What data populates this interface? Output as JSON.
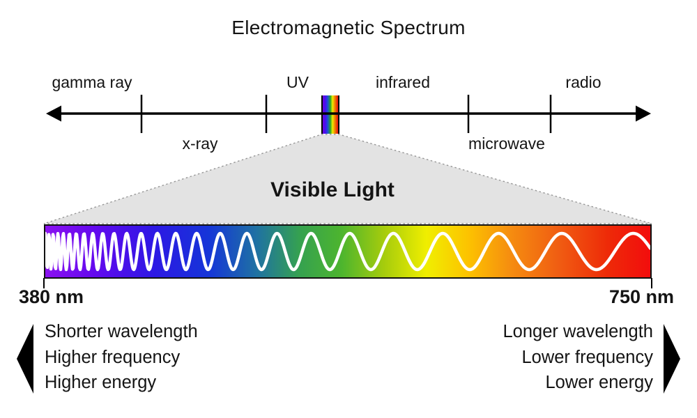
{
  "title": "Electromagnetic Spectrum",
  "axis": {
    "gamma": "gamma ray",
    "xray": "x-ray",
    "uv": "UV",
    "infrared": "infrared",
    "microwave": "microwave",
    "radio": "radio"
  },
  "visible": {
    "label": "Visible Light",
    "min_wavelength": "380 nm",
    "max_wavelength": "750 nm"
  },
  "descriptors": {
    "left": [
      "Shorter wavelength",
      "Higher frequency",
      "Higher energy"
    ],
    "right": [
      "Longer wavelength",
      "Lower frequency",
      "Lower energy"
    ]
  },
  "spectrum": {
    "range_nm": [
      380,
      750
    ],
    "wave_color": "#ffffff",
    "gradient": [
      "#8b12f0 0%",
      "#6409ee 8%",
      "#2d18e4 18%",
      "#1535d8 27%",
      "#1f72a2 35%",
      "#35a150 42%",
      "#4db52e 49%",
      "#a6cc0c 56%",
      "#f0ee00 63%",
      "#fdc200 70%",
      "#f58c10 77%",
      "#f05c12 85%",
      "#ee2a08 93%",
      "#f20d0d 100%"
    ],
    "mini_gradient": [
      "#6d00e0 0%",
      "#4412f0 18%",
      "#1e4fd8 32%",
      "#28a428 50%",
      "#f0ee00 64%",
      "#f08c00 78%",
      "#e81010 100%"
    ]
  },
  "colors": {
    "ink": "#141414",
    "axis": "#000000",
    "trapezoid_fill": "#e3e3e3",
    "trapezoid_dash": "#979797"
  }
}
